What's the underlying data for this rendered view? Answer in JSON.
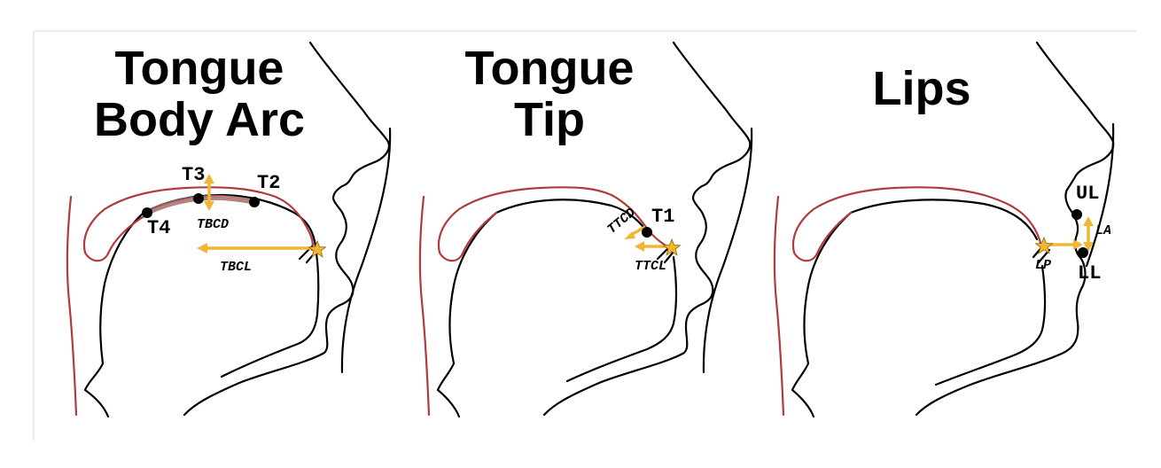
{
  "panels": [
    {
      "title_lines": [
        "Tongue",
        "Body Arc"
      ],
      "points": [
        "T4",
        "T3",
        "T2"
      ],
      "variables": [
        "TBCD",
        "TBCL"
      ]
    },
    {
      "title_lines": [
        "Tongue",
        "Tip"
      ],
      "points": [
        "T1"
      ],
      "variables": [
        "TTCD",
        "TTCL"
      ]
    },
    {
      "title_lines": [
        "Lips"
      ],
      "points": [
        "UL",
        "LL"
      ],
      "variables": [
        "LA",
        "LP"
      ]
    }
  ],
  "colors": {
    "palate": "#b33a3a",
    "arrow": "#f2b632",
    "arc": "#a86b6b"
  }
}
